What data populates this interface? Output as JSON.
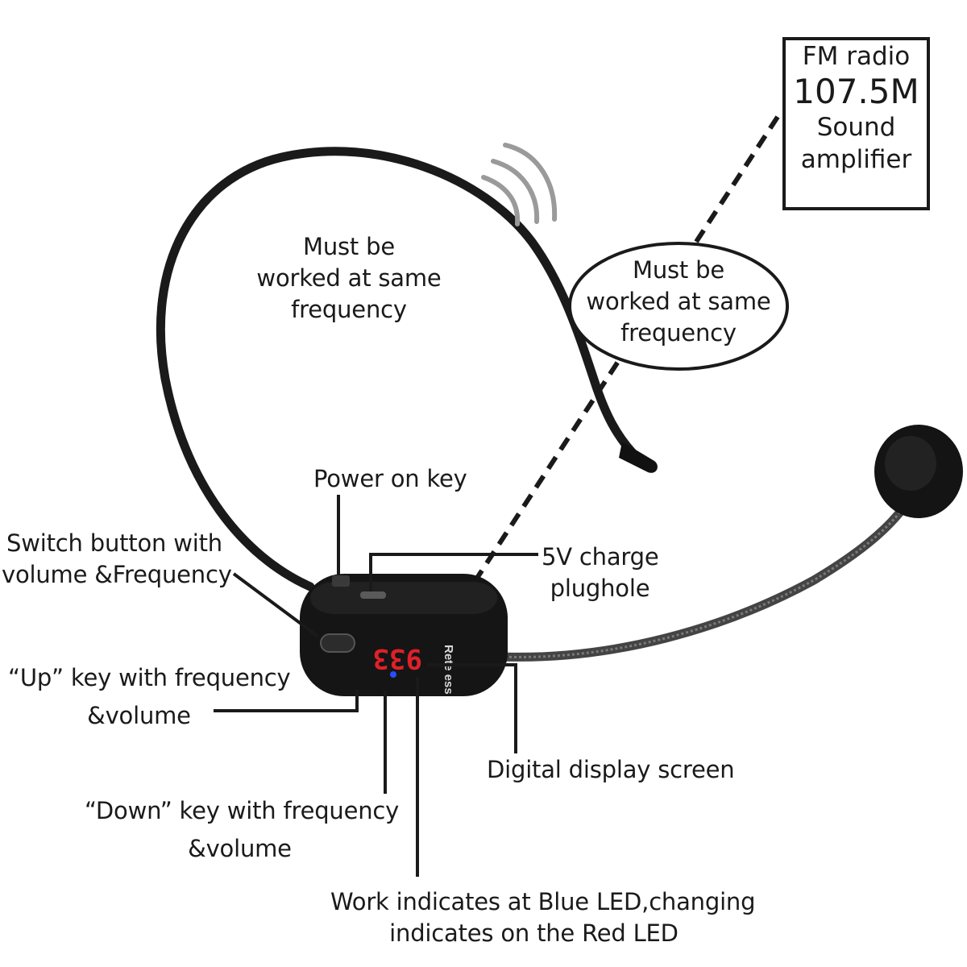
{
  "fm_box": {
    "line1": "FM radio",
    "line2": "107.5M",
    "line3": "Sound",
    "line4": "amplifier"
  },
  "labels": {
    "same_freq_left": [
      "Must be",
      "worked at same",
      "frequency"
    ],
    "same_freq_right": [
      "Must be",
      "worked at same",
      "frequency"
    ],
    "power_key": "Power on key",
    "charge_plughole": [
      "5V charge",
      "plughole"
    ],
    "switch_button": [
      "Switch button with",
      "volume &Frequency"
    ],
    "up_key": [
      "“Up” key with frequency",
      "&volume"
    ],
    "digital_display": "Digital display screen",
    "down_key": [
      "“Down” key with frequency",
      "&volume"
    ],
    "led_indicator": [
      "Work indicates at Blue LED,changing",
      "indicates on the Red LED"
    ]
  },
  "device": {
    "display_digits": "933",
    "brand_text": "Rete ess"
  },
  "colors": {
    "ink": "#1a1a1a",
    "device_body": "#151515",
    "display_red": "#e0202a",
    "led_blue": "#2a4cff",
    "wave_gray": "#9a9a9a"
  }
}
